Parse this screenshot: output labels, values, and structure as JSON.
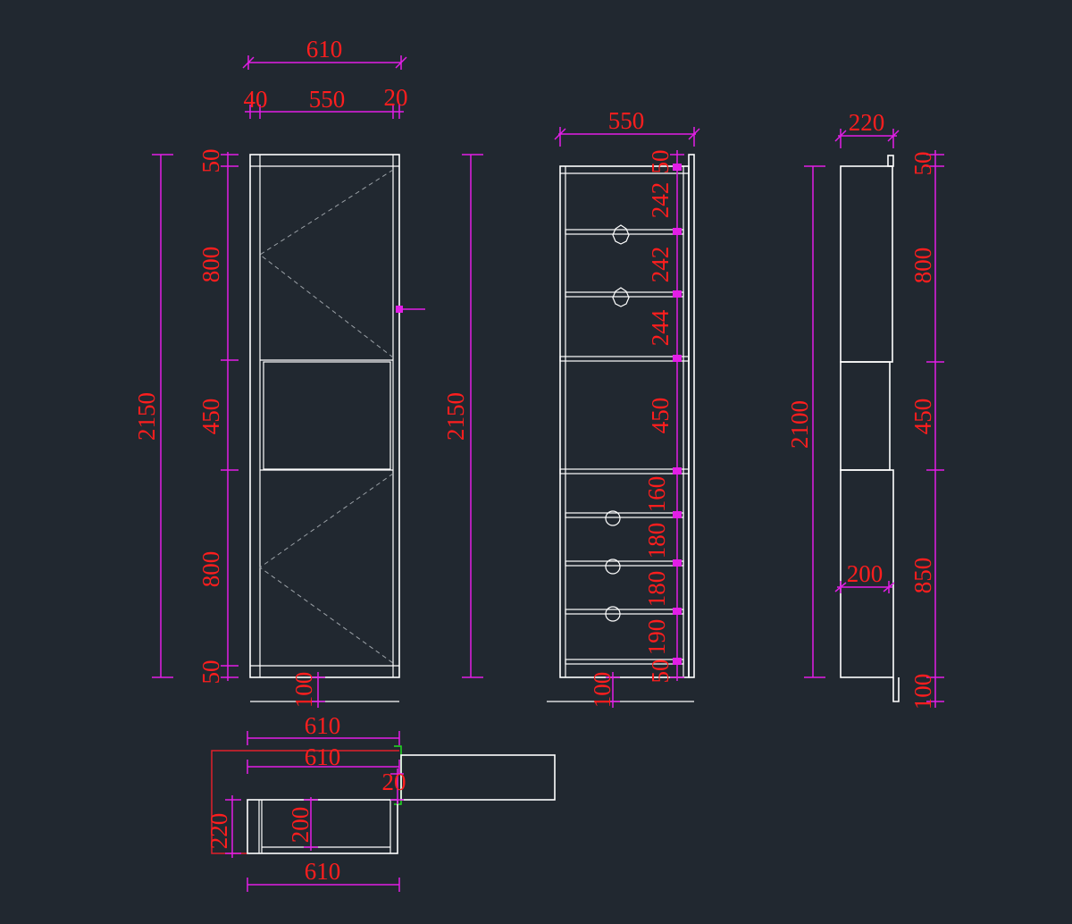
{
  "colors": {
    "background": "#212830",
    "geometry": "#ffffff",
    "dimension_line": "#e21ee6",
    "dimension_text": "#ff1e1e",
    "frame_red": "#e0202a",
    "marker_green": "#22dd22"
  },
  "front_view": {
    "width_total": "610",
    "width_left": "40",
    "width_inner": "550",
    "width_right": "20",
    "height_total": "2150",
    "height_total_2": "2150",
    "seg_top": "50",
    "seg_upper_door": "800",
    "seg_middle": "450",
    "seg_lower_door": "800",
    "seg_bottom": "50",
    "plinth": "100"
  },
  "interior_view": {
    "width_inner": "550",
    "seg_top": "50",
    "shelf_1": "242",
    "shelf_2": "242",
    "shelf_3": "244",
    "seg_middle": "450",
    "lower_1": "160",
    "lower_2": "180",
    "lower_3": "180",
    "lower_4": "190",
    "seg_bottom": "50",
    "plinth": "100"
  },
  "side_view": {
    "depth_total": "220",
    "height_total": "2100",
    "seg_top": "50",
    "seg_upper": "800",
    "seg_middle": "450",
    "seg_lower": "850",
    "seg_bottom": "100",
    "inner_depth": "200"
  },
  "plan_view": {
    "width_top": "610",
    "width_second": "610",
    "gap": "20",
    "depth_total": "220",
    "depth_inner": "200",
    "width_bottom": "610"
  }
}
